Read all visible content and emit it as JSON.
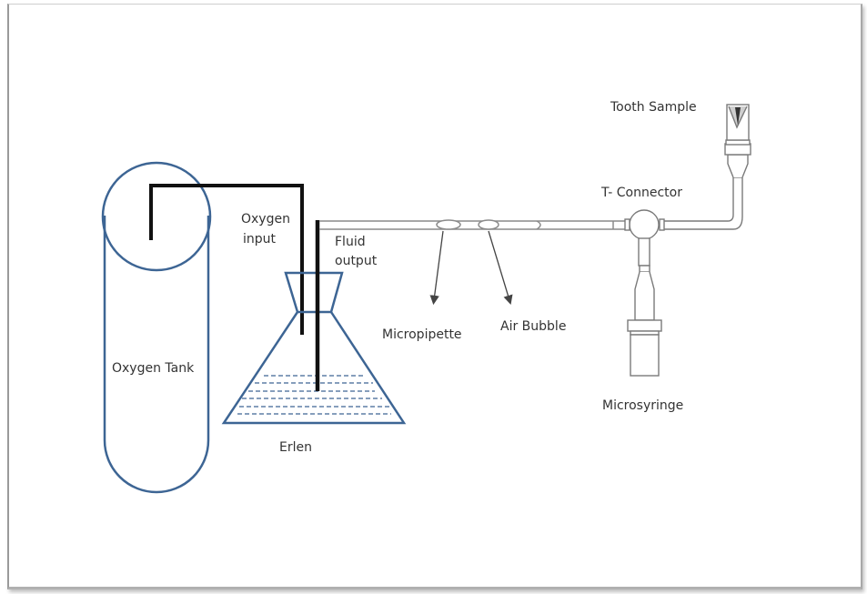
{
  "diagram": {
    "title": "Experimental setup for fluid flow measurement through tooth sample",
    "colors": {
      "vessel_outline": "#3d6594",
      "tube": "#111111",
      "apparatus": "#7a7a7a",
      "label_text": "#333333"
    },
    "labels": {
      "oxygen_tank": "Oxygen Tank",
      "oxygen_input_line1": "Oxygen",
      "oxygen_input_line2": "input",
      "fluid_output_line1": "Fluid",
      "fluid_output_line2": "output",
      "erlen": "Erlen",
      "micropipette": "Micropipette",
      "air_bubble": "Air Bubble",
      "t_connector": "T- Connector",
      "tooth_sample": "Tooth Sample",
      "microsyringe": "Microsyringe"
    },
    "components": [
      {
        "id": "oxygen-tank",
        "label": "Oxygen Tank"
      },
      {
        "id": "erlenmeyer-flask",
        "label": "Erlen"
      },
      {
        "id": "oxygen-input-tube",
        "label": "Oxygen input"
      },
      {
        "id": "fluid-output-tube",
        "label": "Fluid output"
      },
      {
        "id": "micropipette",
        "label": "Micropipette"
      },
      {
        "id": "air-bubble",
        "label": "Air Bubble"
      },
      {
        "id": "t-connector",
        "label": "T- Connector"
      },
      {
        "id": "tooth-sample",
        "label": "Tooth Sample"
      },
      {
        "id": "microsyringe",
        "label": "Microsyringe"
      }
    ],
    "connections": [
      {
        "from": "oxygen-tank",
        "to": "erlenmeyer-flask",
        "via": "oxygen-input-tube"
      },
      {
        "from": "erlenmeyer-flask",
        "to": "micropipette",
        "via": "fluid-output-tube"
      },
      {
        "from": "micropipette",
        "to": "t-connector"
      },
      {
        "from": "t-connector",
        "to": "tooth-sample"
      },
      {
        "from": "t-connector",
        "to": "microsyringe"
      }
    ]
  }
}
